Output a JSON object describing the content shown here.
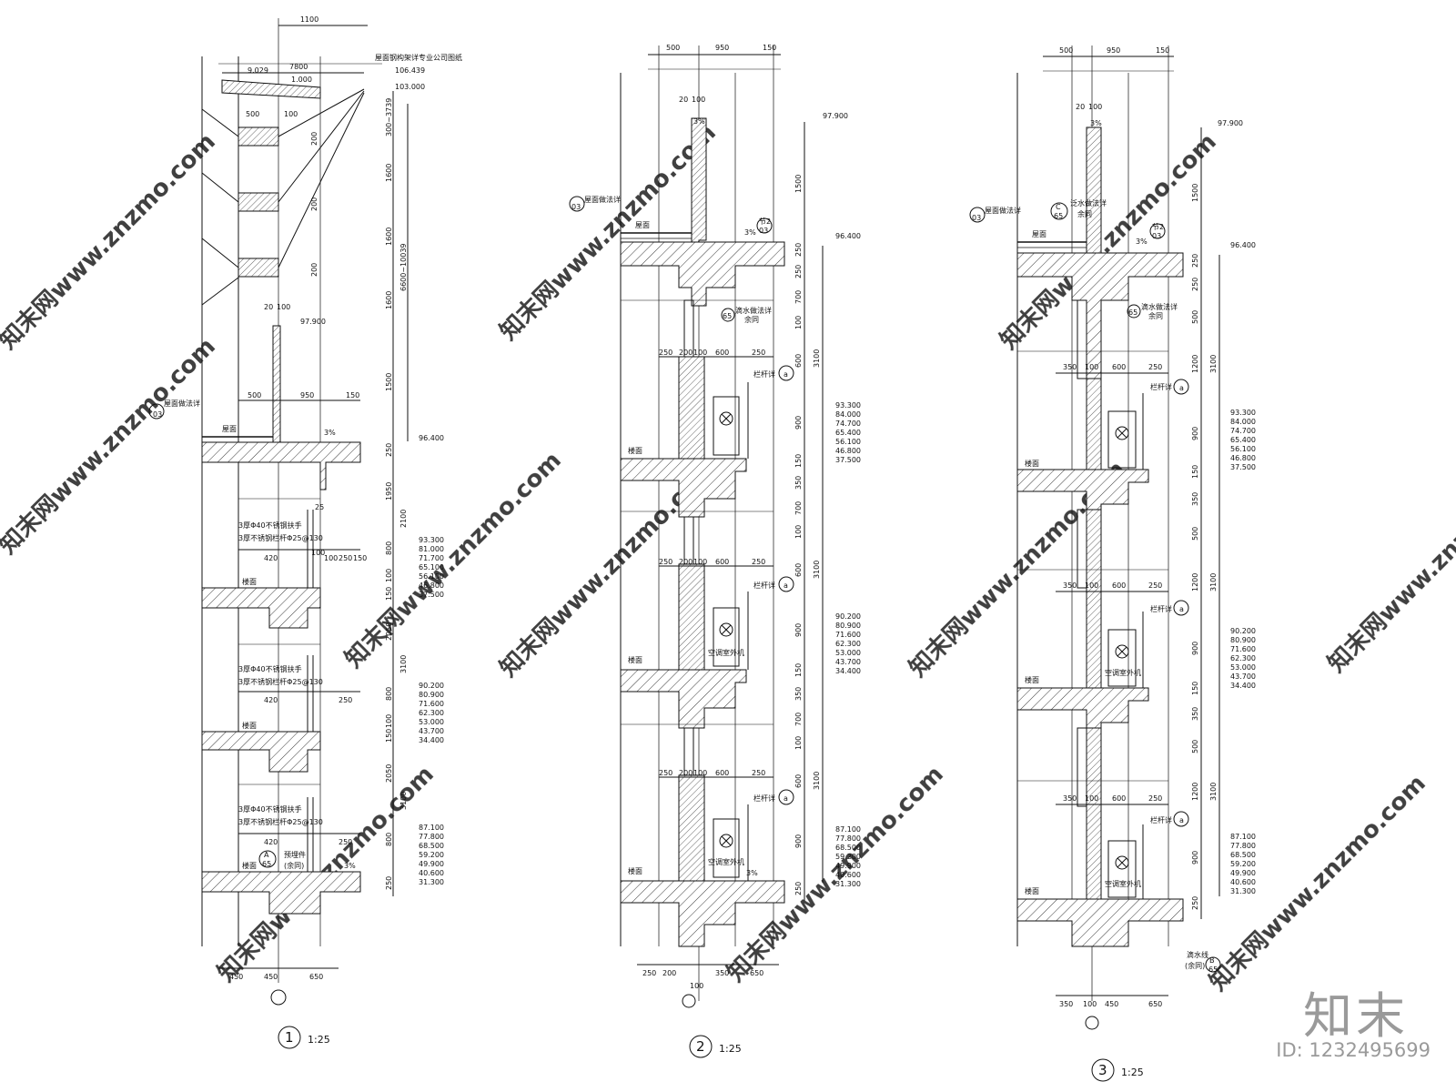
{
  "details": [
    {
      "number": "1",
      "scale": "1:25"
    },
    {
      "number": "2",
      "scale": "1:25"
    },
    {
      "number": "3",
      "scale": "1:25"
    }
  ],
  "detail1": {
    "top_dim": "1100",
    "slope_dims": [
      "9.029",
      "7800",
      "1.000"
    ],
    "roof_note": "屋面钢构架详专业公司图纸",
    "top_levels": [
      "106.439",
      "103.000"
    ],
    "frame_dims": [
      "500",
      "100"
    ],
    "frame_heights": [
      "200",
      "200",
      "200"
    ],
    "parapet_dims": [
      "20",
      "100"
    ],
    "parapet_level": "97.900",
    "roof_dims": [
      "500",
      "950",
      "150"
    ],
    "roof_ref": "屋面做法详",
    "roof_ref_sheet": "03",
    "roof_label": "屋面",
    "slope": "3%",
    "roof_level": "96.400",
    "vertical_dims": [
      "300~3739",
      "1600",
      "1600",
      "1600",
      "6600~10039",
      "1500",
      "250",
      "1950",
      "2100",
      "800",
      "100",
      "150",
      "2050",
      "3100",
      "800",
      "100",
      "150",
      "2050",
      "3100",
      "800",
      "250"
    ],
    "handrail_note": "3厚Φ40不锈钢扶手",
    "railing_note": "3厚不锈钢栏杆Φ25@130",
    "railing_dims": [
      "420",
      "100",
      "100",
      "250",
      "150",
      "25"
    ],
    "floor_label": "楼面",
    "floor_levels_1": [
      "93.300",
      "81.000",
      "71.700",
      "65.100",
      "56.100",
      "46.800",
      "37.500"
    ],
    "floor_levels_2": [
      "90.200",
      "80.900",
      "71.600",
      "62.300",
      "53.000",
      "43.700",
      "34.400"
    ],
    "floor_levels_3": [
      "87.100",
      "77.800",
      "68.500",
      "59.200",
      "49.900",
      "40.600",
      "31.300"
    ],
    "embed_ref": "A",
    "embed_sheet": "65",
    "embed_note": "预埋件",
    "embed_note2": "(余同)",
    "bottom_dims": [
      "450",
      "450",
      "650"
    ]
  },
  "detail2": {
    "top_dims": [
      "500",
      "950",
      "150"
    ],
    "parapet_dims": [
      "20",
      "100"
    ],
    "parapet_level": "97.900",
    "slope": "3%",
    "roof_ref": "屋面做法详",
    "roof_ref_sheet": "03",
    "roof_label": "屋面",
    "ref_circle": "节2",
    "ref_sheet": "03",
    "roof_level": "96.400",
    "drip_ref": "滴水做法详",
    "drip_ref2": "余同",
    "drip_sheet": "65",
    "module_dims": [
      "250",
      "200",
      "100",
      "600",
      "250"
    ],
    "railing_ref": "栏杆详",
    "railing_ref_id": "a",
    "ac_label": "空调室外机",
    "floor_label": "楼面",
    "vertical_dims": [
      "1500",
      "250",
      "250",
      "700",
      "100",
      "600",
      "900",
      "150",
      "350",
      "700",
      "100",
      "600",
      "900",
      "150",
      "350",
      "700",
      "100",
      "600",
      "900",
      "250"
    ],
    "storey_heights": [
      "3100",
      "3100",
      "3100"
    ],
    "floor_levels_1": [
      "93.300",
      "84.000",
      "74.700",
      "65.400",
      "56.100",
      "46.800",
      "37.500"
    ],
    "floor_levels_2": [
      "90.200",
      "80.900",
      "71.600",
      "62.300",
      "53.000",
      "43.700",
      "34.400"
    ],
    "floor_levels_3": [
      "87.100",
      "77.800",
      "68.500",
      "59.200",
      "49.900",
      "40.600",
      "31.300"
    ],
    "bottom_dims": [
      "250",
      "200",
      "350",
      "650",
      "100"
    ]
  },
  "detail3": {
    "top_dims": [
      "500",
      "950",
      "150"
    ],
    "parapet_dims": [
      "20",
      "100"
    ],
    "parapet_level": "97.900",
    "slope": "3%",
    "c_ref": "C",
    "c_ref_note": "泛水做法详",
    "c_ref_note2": "余同",
    "c_sheet": "65",
    "roof_ref": "屋面做法详",
    "roof_ref_sheet": "03",
    "roof_label": "屋面",
    "ref_circle": "节2",
    "ref_sheet": "03",
    "roof_level": "96.400",
    "drip_ref": "滴水做法详",
    "drip_ref2": "余同",
    "drip_sheet": "65",
    "module_dims": [
      "350",
      "100",
      "600",
      "250"
    ],
    "railing_ref": "栏杆详",
    "railing_ref_id": "a",
    "ac_label": "空调室外机",
    "floor_label": "楼面",
    "vertical_dims": [
      "1500",
      "250",
      "250",
      "500",
      "1200",
      "900",
      "150",
      "350",
      "500",
      "1200",
      "900",
      "150",
      "350",
      "500",
      "1200",
      "900",
      "250"
    ],
    "storey_heights": [
      "3100",
      "3100",
      "3100"
    ],
    "floor_levels_1": [
      "93.300",
      "84.000",
      "74.700",
      "65.400",
      "56.100",
      "46.800",
      "37.500"
    ],
    "floor_levels_2": [
      "90.200",
      "80.900",
      "71.600",
      "62.300",
      "53.000",
      "43.700",
      "34.400"
    ],
    "floor_levels_3": [
      "87.100",
      "77.800",
      "68.500",
      "59.200",
      "49.900",
      "40.600",
      "31.300"
    ],
    "drain_note": "滴水线",
    "drain_note2": "(余同)",
    "drain_ref": "B",
    "drain_sheet": "65",
    "bottom_dims": [
      "350",
      "100",
      "450",
      "650"
    ]
  },
  "watermark": {
    "text": "知末网www.znzmo.com",
    "brand": "知末",
    "id": "ID: 1232495699"
  }
}
